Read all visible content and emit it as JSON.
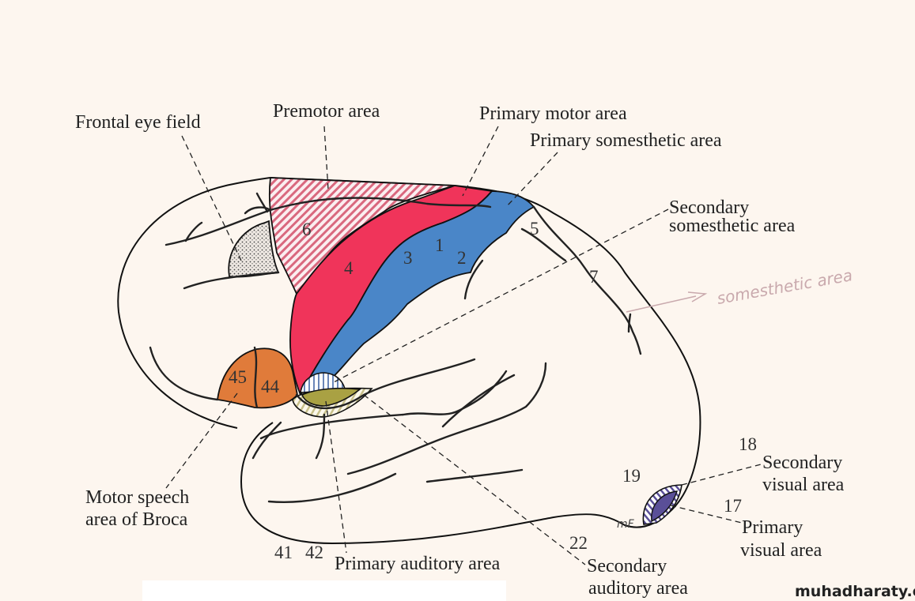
{
  "labels": {
    "frontal_eye_field": "Frontal eye field",
    "premotor_area": "Premotor area",
    "primary_motor_area": "Primary motor area",
    "primary_somesthetic_area": "Primary somesthetic area",
    "secondary_somesthetic_line1": "Secondary",
    "secondary_somesthetic_line2": "somesthetic area",
    "broca_line1": "Motor speech",
    "broca_line2": "area of Broca",
    "primary_auditory_area": "Primary auditory area",
    "secondary_auditory_line1": "Secondary",
    "secondary_auditory_line2": "auditory area",
    "secondary_visual_line1": "Secondary",
    "secondary_visual_line2": "visual area",
    "primary_visual_line1": "Primary",
    "primary_visual_line2": "visual area"
  },
  "brodmann_numbers": {
    "a6": "6",
    "a4": "4",
    "a3": "3",
    "a1": "1",
    "a2": "2",
    "a5": "5",
    "a7": "7",
    "a45": "45",
    "a44": "44",
    "a41": "41",
    "a42": "42",
    "a22": "22",
    "a18": "18",
    "a19": "19",
    "a17": "17"
  },
  "handwritten_note": "somesthetic area",
  "handwritten_mf": "mF",
  "watermark": "muhadharaty.com",
  "colors": {
    "premotor": "#d9687e",
    "motor": "#f0345a",
    "somesthetic": "#4a86c8",
    "broca": "#e07b3a",
    "auditory": "#a9a143",
    "visual": "#5a4f98"
  }
}
